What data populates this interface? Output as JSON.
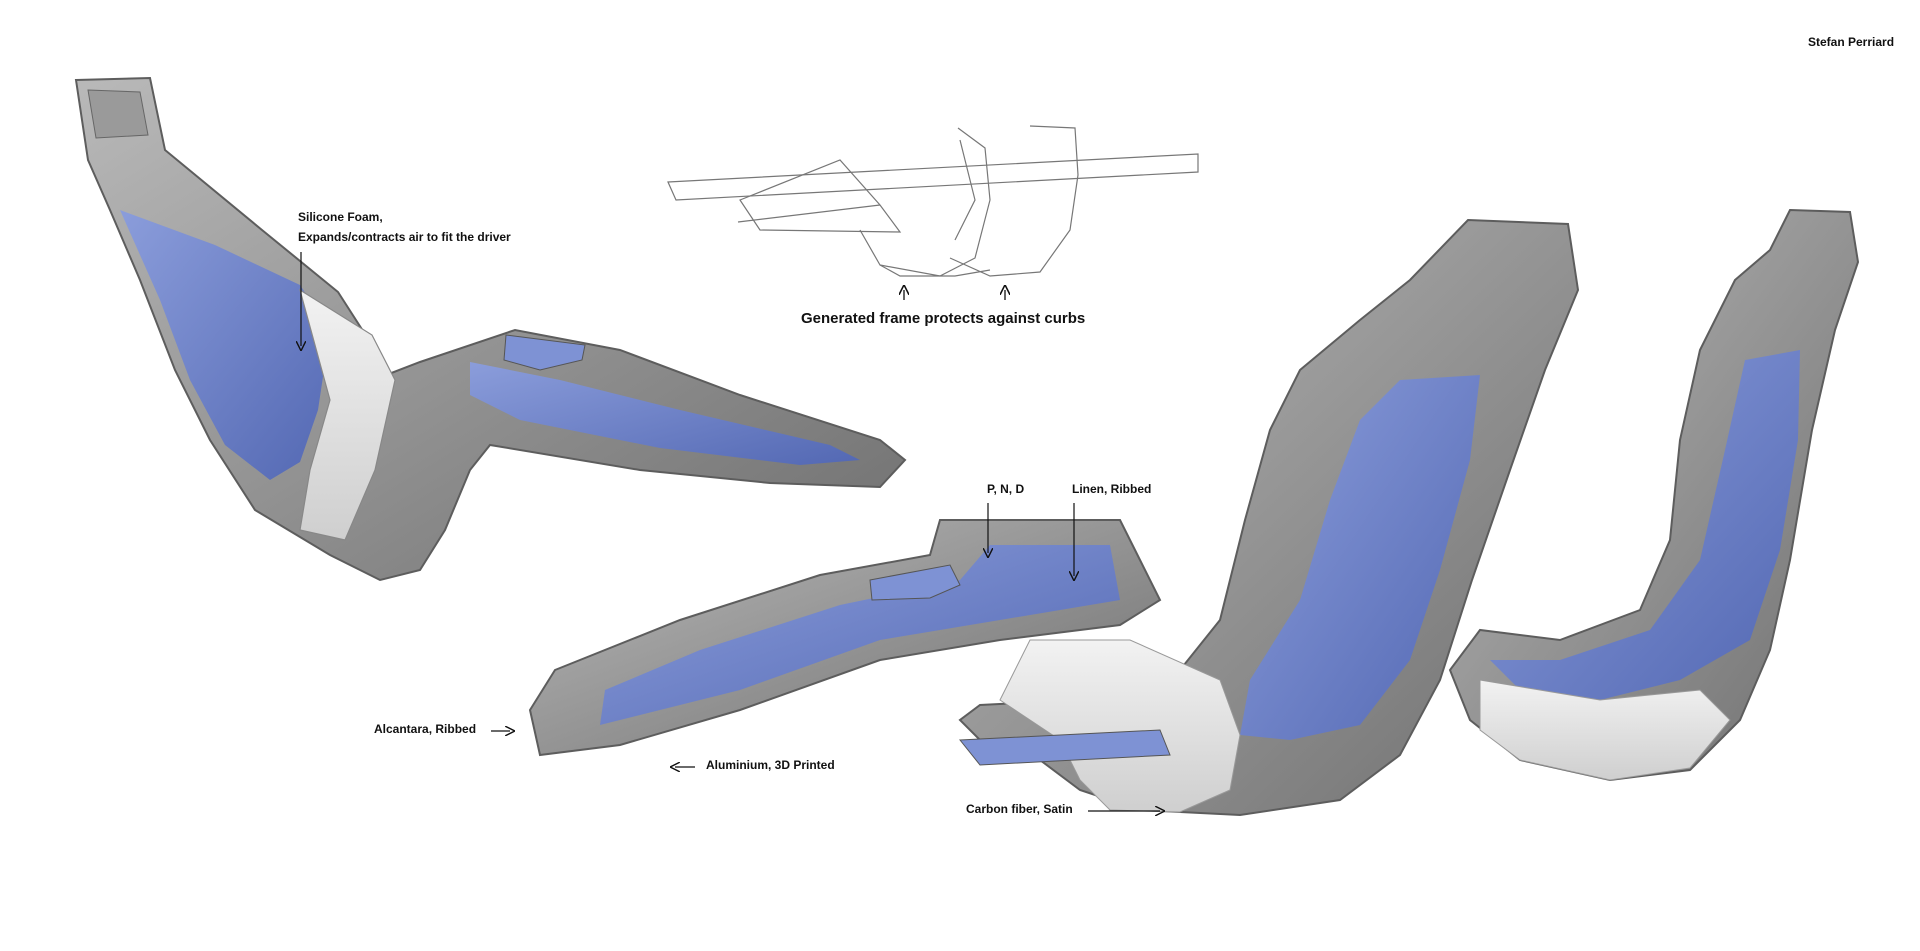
{
  "author": "Stefan Perriard",
  "annotations": {
    "silicone_foam_line1": "Silicone Foam,",
    "silicone_foam_line2": "Expands/contracts air to fit the driver",
    "generated_frame": "Generated frame protects against curbs",
    "pnd": "P, N, D",
    "linen": "Linen, Ribbed",
    "alcantara": "Alcantara, Ribbed",
    "aluminium": "Aluminium, 3D Printed",
    "carbon_fiber": "Carbon fiber, Satin"
  },
  "colors": {
    "cushion_blue": "#6f84c9",
    "shell_grey": "#8d8d8d",
    "frame_light": "#e4e4e4",
    "text": "#111111"
  },
  "illustrations": [
    "seat-side-view",
    "frame-wireframe-view",
    "seat-pair-view"
  ]
}
